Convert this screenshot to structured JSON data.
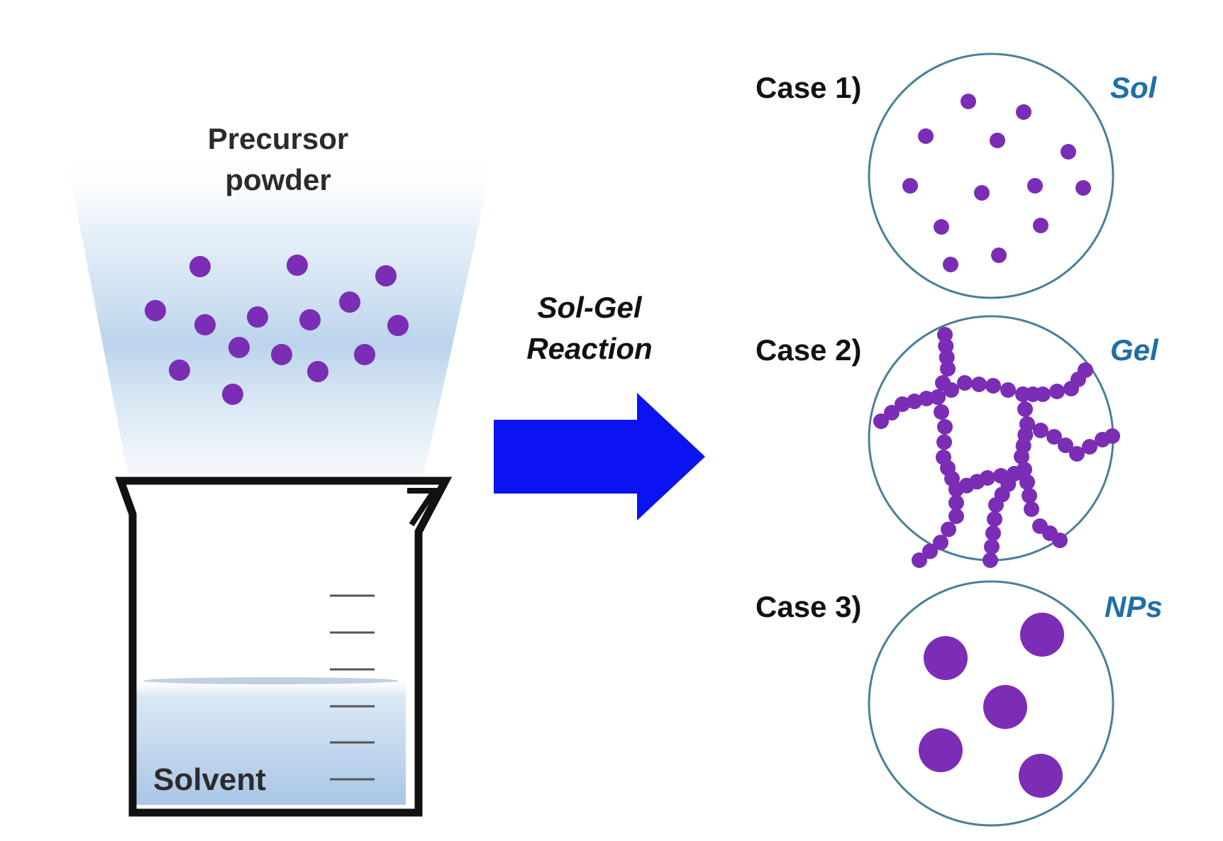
{
  "precursor": {
    "line1": "Precursor",
    "line2": "powder"
  },
  "beaker": {
    "solvent_label": "Solvent"
  },
  "reaction": {
    "line1": "Sol-Gel",
    "line2": "Reaction"
  },
  "cases": [
    {
      "label": "Case 1)",
      "state": "Sol"
    },
    {
      "label": "Case 2)",
      "state": "Gel"
    },
    {
      "label": "Case 3)",
      "state": "NPs"
    }
  ],
  "colors": {
    "particle": "#7b2db5",
    "arrow": "#0a14f0",
    "state_label": "#1f6fa8",
    "circle_border": "#4a7f9a",
    "beam": "#a9c6e6",
    "solvent": "#bcd4ec"
  }
}
